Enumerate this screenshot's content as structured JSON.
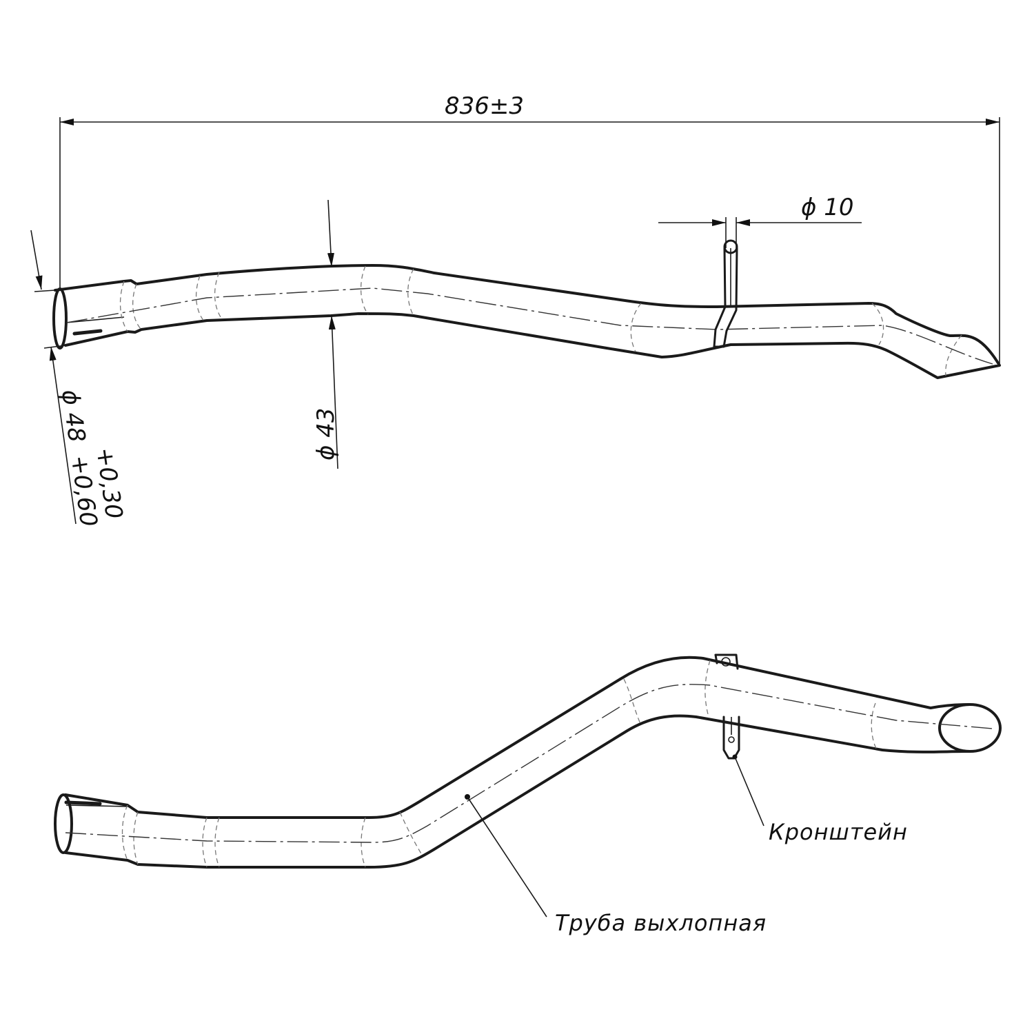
{
  "dimensions": {
    "overall_length": "836±3",
    "bracket_diameter": "ϕ 10",
    "tube_diameter": "ϕ 43",
    "inlet_diameter": "ϕ 48",
    "inlet_tolerance_upper": "+0,30",
    "inlet_tolerance_lower": "+0,60"
  },
  "labels": {
    "bracket": "Кронштейн",
    "pipe": "Труба выхлопная"
  }
}
